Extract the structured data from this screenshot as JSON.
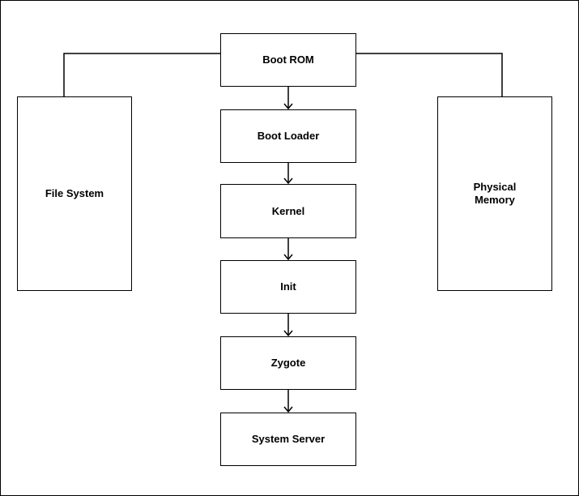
{
  "nodes": {
    "boot_rom": "Boot ROM",
    "boot_loader": "Boot Loader",
    "kernel": "Kernel",
    "init": "Init",
    "zygote": "Zygote",
    "system_server": "System Server",
    "file_system": "File System",
    "physical_memory": "Physical\nMemory"
  },
  "edges": [
    {
      "from": "boot_rom",
      "to": "boot_loader",
      "arrow": true
    },
    {
      "from": "boot_loader",
      "to": "kernel",
      "arrow": true
    },
    {
      "from": "kernel",
      "to": "init",
      "arrow": true
    },
    {
      "from": "init",
      "to": "zygote",
      "arrow": true
    },
    {
      "from": "zygote",
      "to": "system_server",
      "arrow": true
    },
    {
      "from": "boot_rom",
      "to": "file_system",
      "arrow": false
    },
    {
      "from": "boot_rom",
      "to": "physical_memory",
      "arrow": false
    }
  ],
  "colors": {
    "stroke": "#000000",
    "fill": "#ffffff",
    "background": "#ffffff"
  }
}
